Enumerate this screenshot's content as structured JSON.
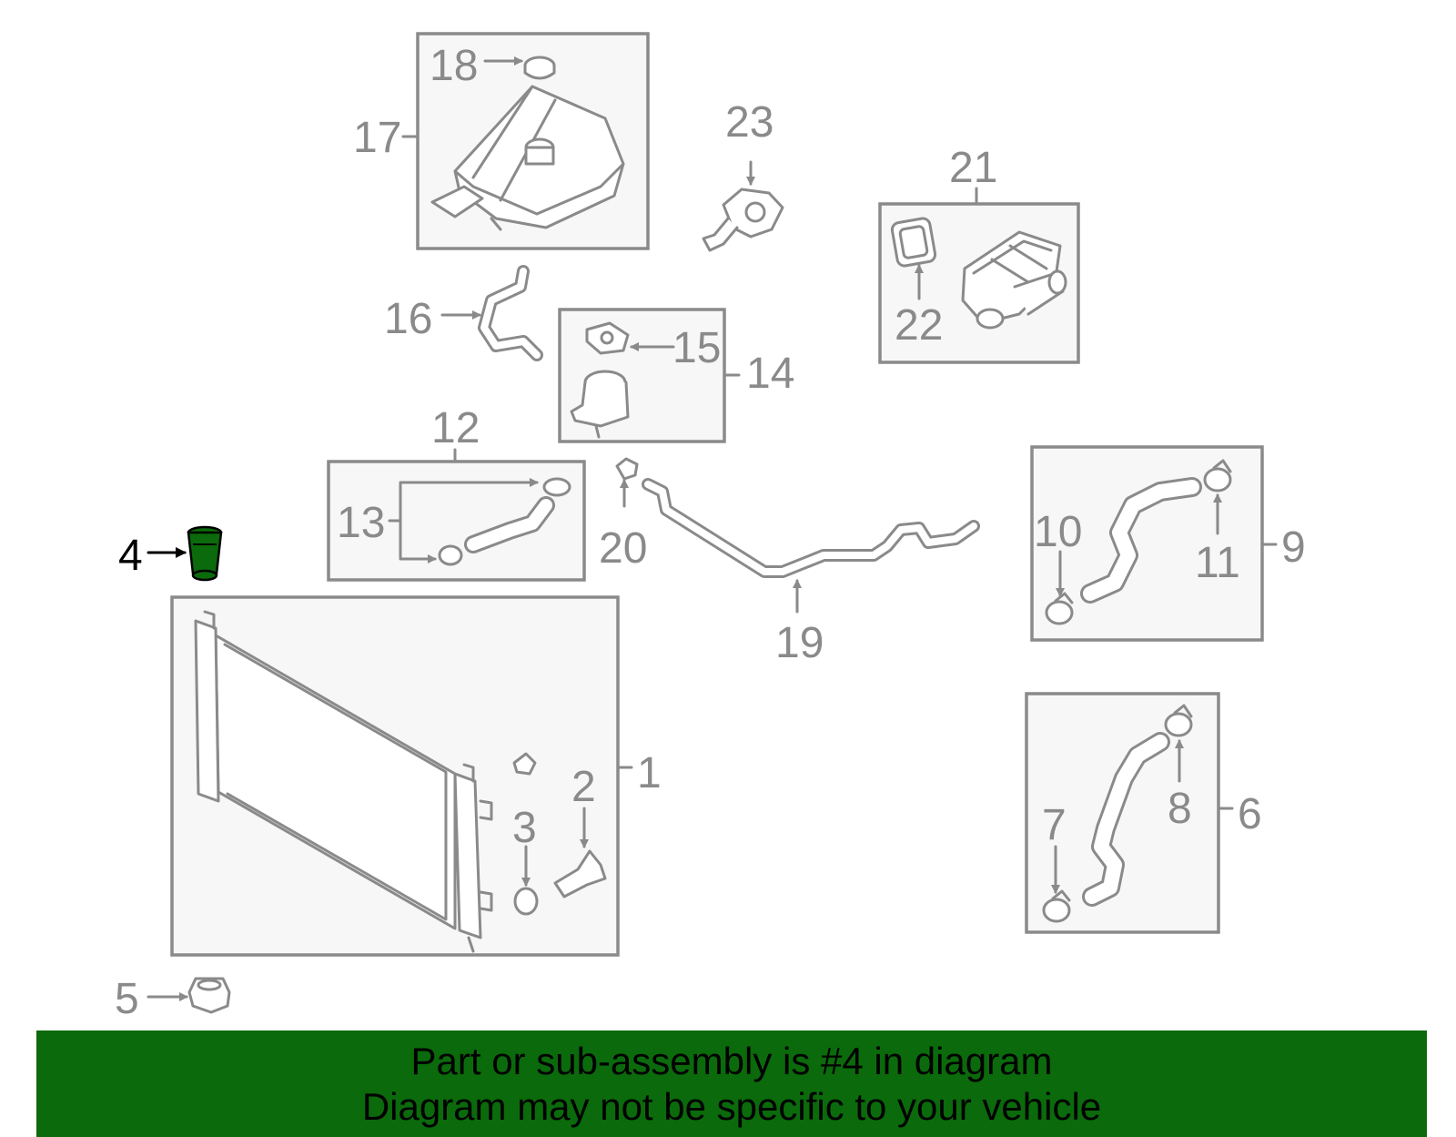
{
  "diagram": {
    "highlight_color": "#0b6a0b",
    "line_color": "#8a8a8a",
    "highlighted_part": "4",
    "callouts": {
      "c1": "1",
      "c2": "2",
      "c3": "3",
      "c4": "4",
      "c5": "5",
      "c6": "6",
      "c7": "7",
      "c8": "8",
      "c9": "9",
      "c10": "10",
      "c11": "11",
      "c12": "12",
      "c13": "13",
      "c14": "14",
      "c15": "15",
      "c16": "16",
      "c17": "17",
      "c18": "18",
      "c19": "19",
      "c20": "20",
      "c21": "21",
      "c22": "22",
      "c23": "23"
    }
  },
  "banner": {
    "background": "#0b6a0b",
    "line1": "Part or sub-assembly is #4 in diagram",
    "line2": "Diagram may not be specific to your vehicle"
  }
}
